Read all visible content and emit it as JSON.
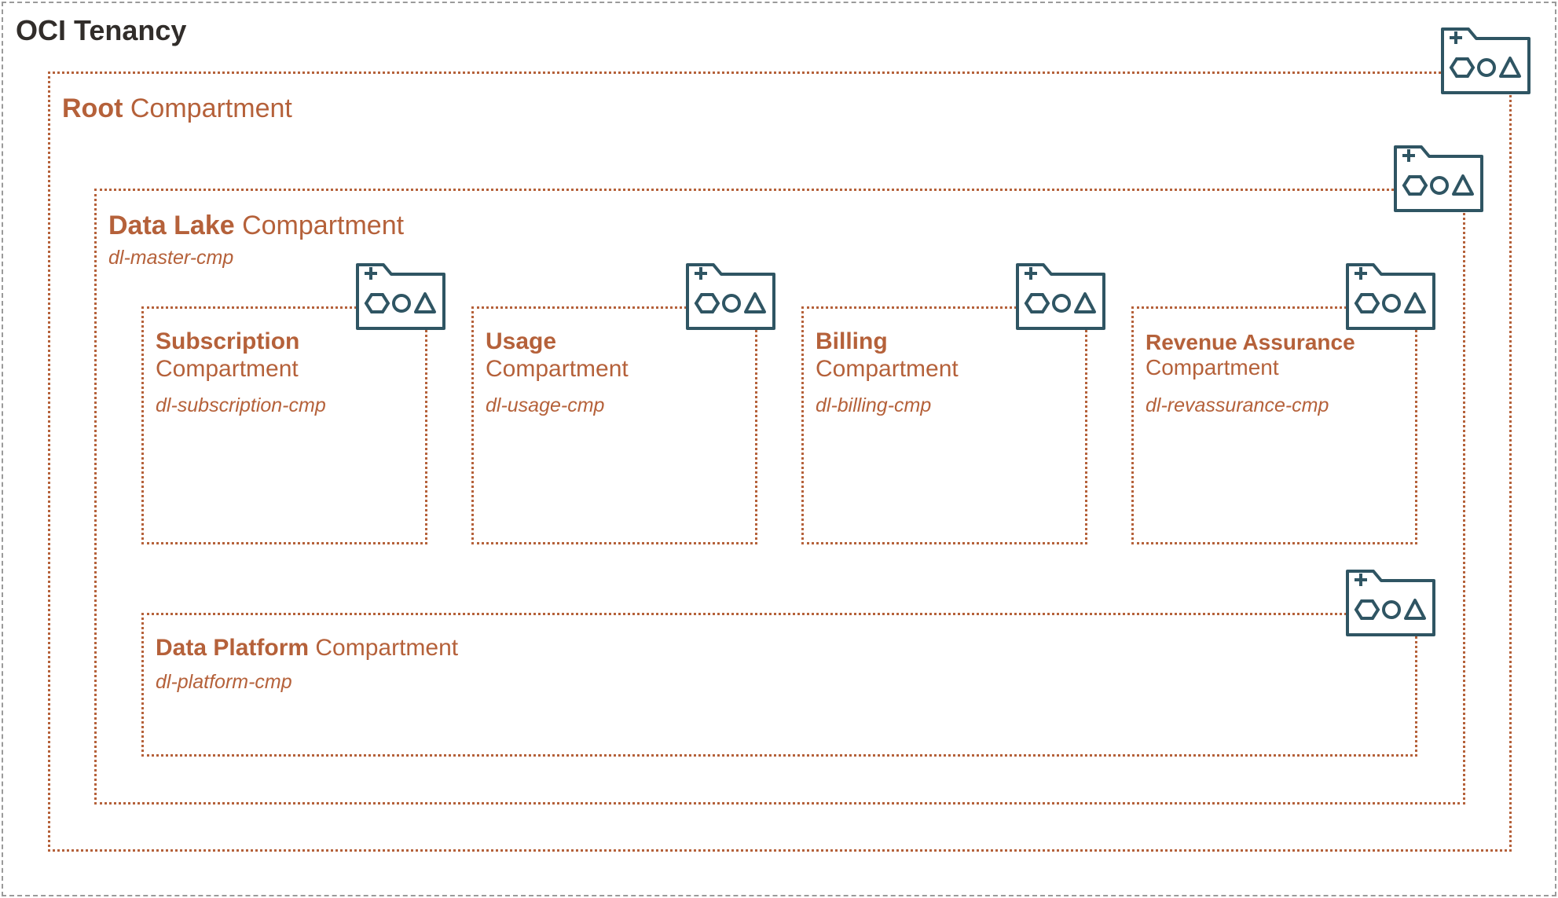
{
  "tenancy": {
    "title": "OCI Tenancy"
  },
  "root": {
    "name": "Root",
    "suffix": " Compartment"
  },
  "data_lake": {
    "name": "Data Lake",
    "suffix": " Compartment",
    "id": "dl-master-cmp"
  },
  "subscription": {
    "name": "Subscription",
    "suffix": "Compartment",
    "id": "dl-subscription-cmp"
  },
  "usage": {
    "name": "Usage",
    "suffix": "Compartment",
    "id": "dl-usage-cmp"
  },
  "billing": {
    "name": "Billing",
    "suffix": "Compartment",
    "id": "dl-billing-cmp"
  },
  "revenue": {
    "name": "Revenue Assurance",
    "suffix": "Compartment",
    "id": "dl-revassurance-cmp"
  },
  "platform": {
    "name": "Data Platform",
    "suffix": " Compartment",
    "id": "dl-platform-cmp"
  },
  "colors": {
    "compartment": "#b5613a",
    "icon": "#2f5563",
    "tenancy_border": "#9a9a9a"
  },
  "icons": {
    "compartment": "compartment-folder-icon"
  }
}
